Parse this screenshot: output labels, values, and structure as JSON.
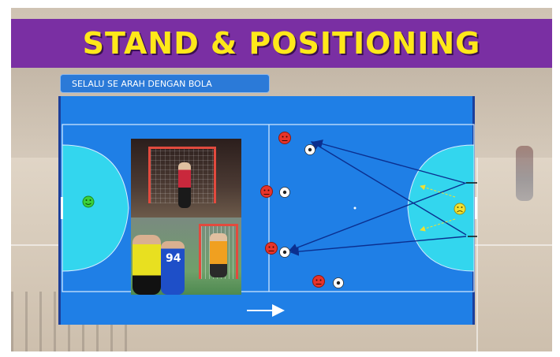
{
  "slide": {
    "title": "STAND & POSITIONING",
    "subtitle": "SELALU SE ARAH DENGAN BOLA"
  },
  "photo": {
    "jersey_number": "94"
  },
  "colors": {
    "title_bar": "#7a2fa3",
    "title_text": "#ffe81a",
    "court": "#1f7fe6",
    "penalty_area": "#33d6ee",
    "court_border": "#1c3f9a",
    "defender_face": "#e8342a",
    "keeper_face_left": "#3bd13b",
    "keeper_face_right": "#f0e030",
    "pass_arrow": "#0b2f8f"
  },
  "icons": {
    "defender": "red-angry-face-icon",
    "ball": "soccer-ball-icon",
    "keeper_left": "green-smiley-icon",
    "keeper_right": "yellow-sad-face-icon",
    "direction": "right-arrow-icon"
  }
}
